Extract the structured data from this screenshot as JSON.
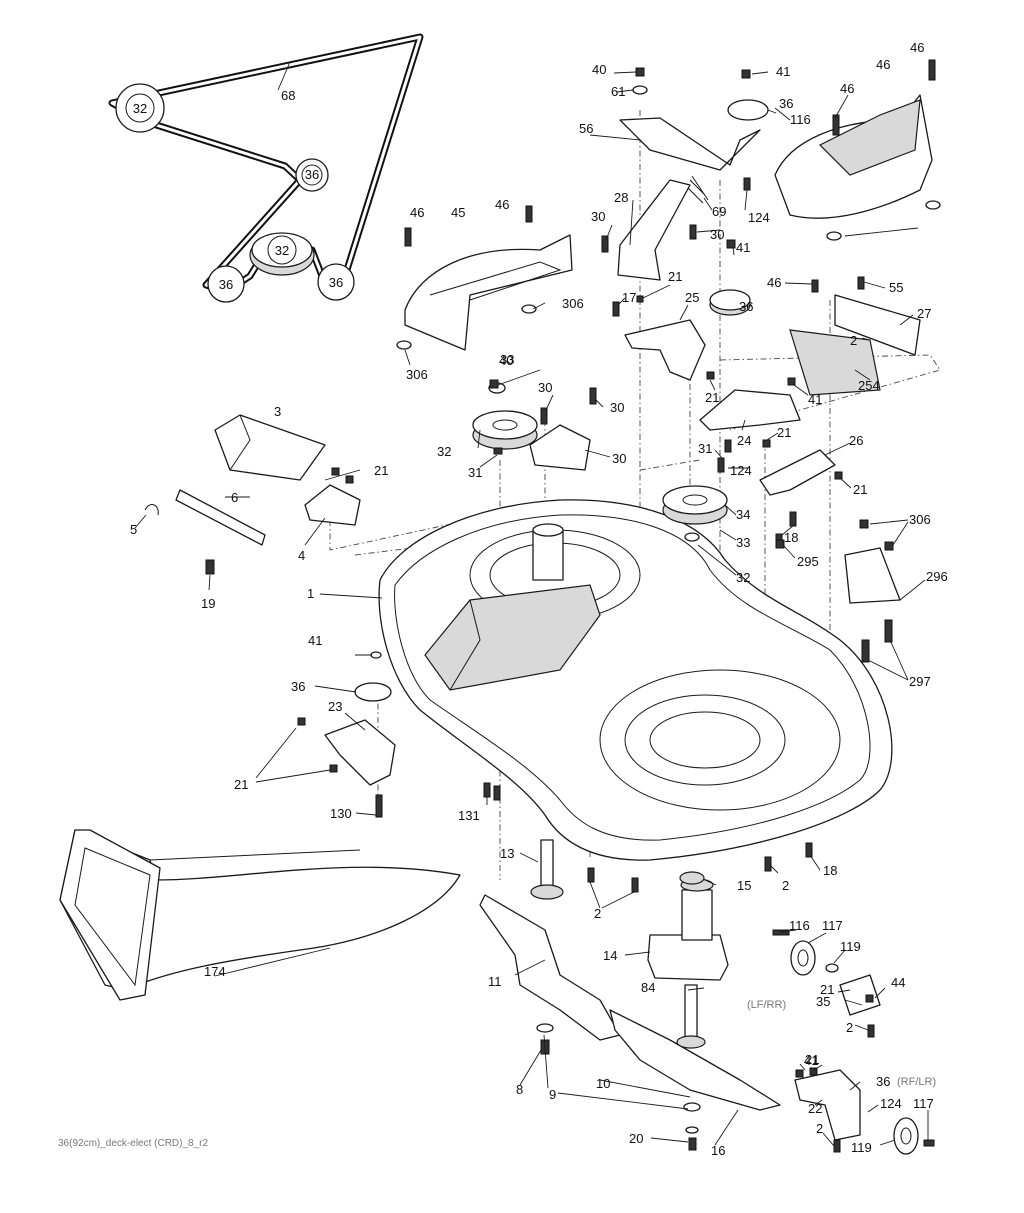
{
  "footer_label": "36(92cm)_deck-elect (CRD)_8_r2",
  "side_notes": {
    "lf_rr": "(LF/RR)",
    "rf_lr": "(RF/LR)"
  },
  "belt_diagram": {
    "belt_number": "68",
    "pulleys": [
      "32",
      "36",
      "32",
      "36",
      "36"
    ]
  },
  "callouts": [
    "1",
    "2",
    "2",
    "2",
    "2",
    "2",
    "3",
    "4",
    "5",
    "6",
    "8",
    "9",
    "10",
    "11",
    "13",
    "14",
    "15",
    "16",
    "17",
    "18",
    "18",
    "19",
    "20",
    "21",
    "21",
    "21",
    "21",
    "21",
    "21",
    "21",
    "21",
    "22",
    "23",
    "24",
    "25",
    "26",
    "27",
    "28",
    "30",
    "30",
    "30",
    "30",
    "30",
    "31",
    "31",
    "32",
    "32",
    "33",
    "33",
    "34",
    "35",
    "36",
    "36",
    "36",
    "36",
    "40",
    "40",
    "41",
    "41",
    "41",
    "41",
    "41",
    "44",
    "45",
    "46",
    "46",
    "46",
    "46",
    "46",
    "46",
    "55",
    "56",
    "61",
    "69",
    "84",
    "116",
    "116",
    "117",
    "117",
    "119",
    "119",
    "124",
    "124",
    "124",
    "130",
    "131",
    "174",
    "254",
    "295",
    "296",
    "297",
    "306",
    "306",
    "306"
  ]
}
